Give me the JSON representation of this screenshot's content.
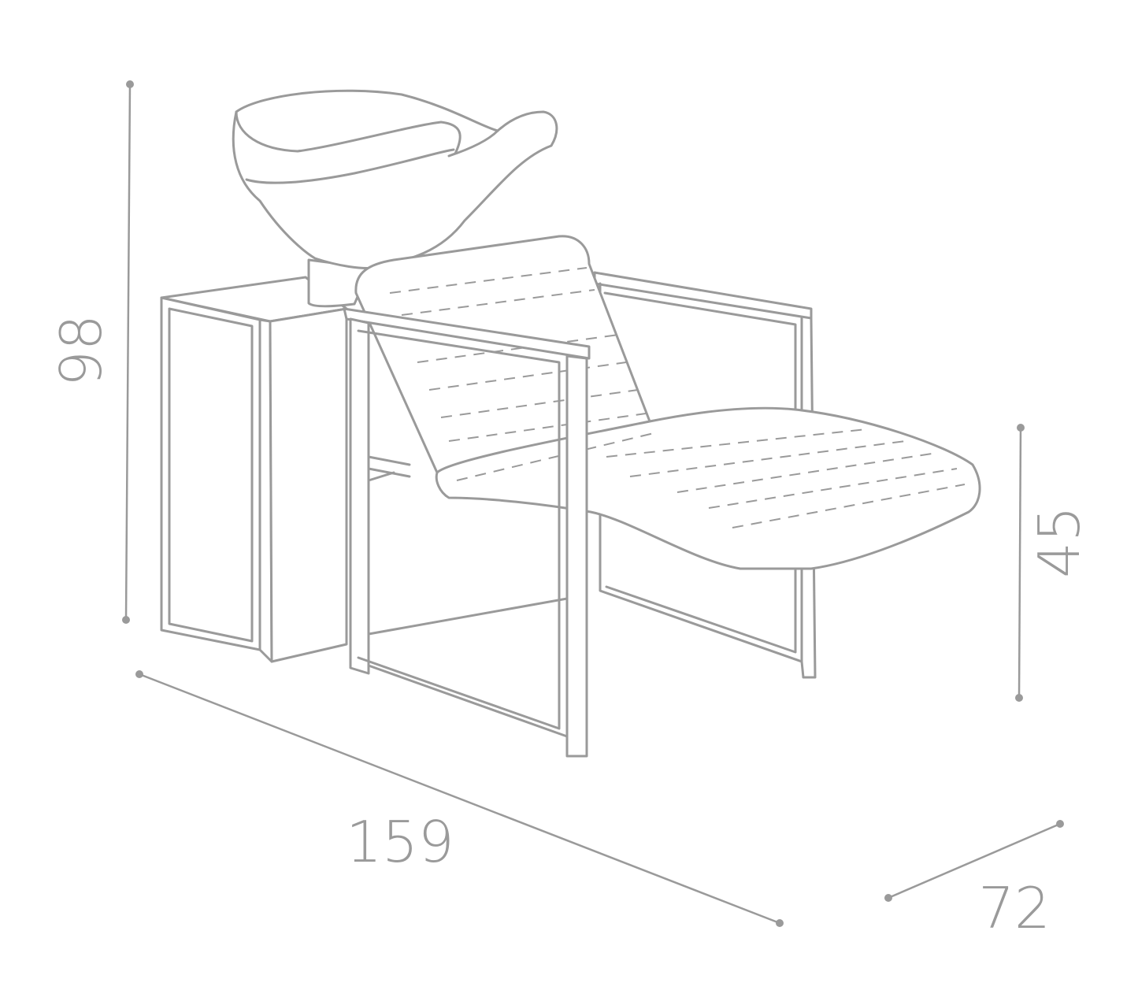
{
  "dimensions": {
    "height_total": "98",
    "seat_height": "45",
    "length": "159",
    "width": "72"
  },
  "colors": {
    "line": "#9a9a9a",
    "background": "#ffffff"
  }
}
